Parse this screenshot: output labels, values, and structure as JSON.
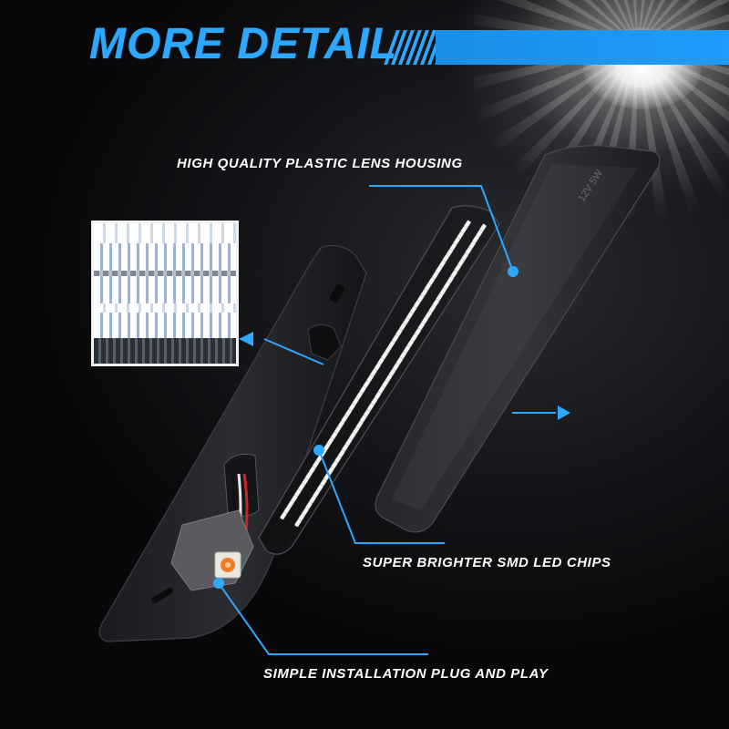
{
  "header": {
    "title": "MORE DETAIL"
  },
  "callouts": {
    "housing": "HIGH QUALITY PLASTIC LENS HOUSING",
    "chips": "SUPER BRIGHTER SMD LED CHIPS",
    "install": "SIMPLE INSTALLATION PLUG AND PLAY"
  },
  "colors": {
    "accent": "#2ea7ff",
    "background": "#0d0d0f",
    "label": "#ffffff"
  }
}
